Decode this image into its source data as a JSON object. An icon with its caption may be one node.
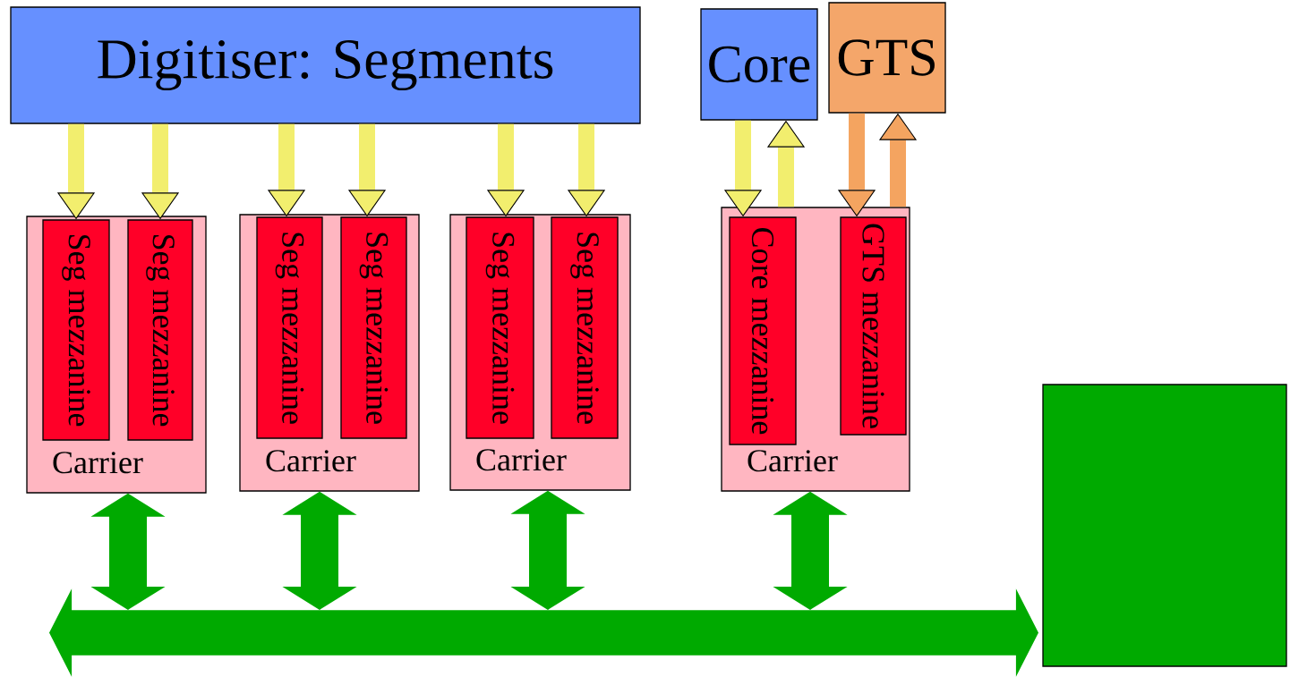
{
  "diagram": {
    "nodes": [
      {
        "text": [
          "Digitiser: Segments"
        ]
      },
      {
        "text": [
          "Core"
        ]
      },
      {
        "text": [
          "GTS"
        ]
      },
      {
        "text": [
          "Carrier"
        ]
      },
      {
        "text": [
          "Seg mezzanine"
        ],
        "in": 3
      },
      {
        "text": [
          "Seg mezzanine"
        ],
        "in": 3
      },
      {
        "text": [
          "Carrier"
        ]
      },
      {
        "text": [
          "Seg mezzanine"
        ],
        "in": 6
      },
      {
        "text": [
          "Seg mezzanine"
        ],
        "in": 6
      },
      {
        "text": [
          "Carrier"
        ]
      },
      {
        "text": [
          "Seg mezzanine"
        ],
        "in": 9
      },
      {
        "text": [
          "Seg mezzanine"
        ],
        "in": 9
      },
      {
        "text": [
          "Carrier"
        ]
      },
      {
        "text": [
          "Core mezzanine"
        ],
        "in": 12
      },
      {
        "text": [
          "GTS mezzanine"
        ],
        "in": 12
      },
      {
        "text": [],
        "shape": "arrow"
      },
      {
        "text": [],
        "shape": "box"
      }
    ],
    "edges": [
      {
        "from": 0,
        "to": 4,
        "arrow": "to"
      },
      {
        "from": 0,
        "to": 5,
        "arrow": "to"
      },
      {
        "from": 0,
        "to": 7,
        "arrow": "to"
      },
      {
        "from": 0,
        "to": 8,
        "arrow": "to"
      },
      {
        "from": 0,
        "to": 10,
        "arrow": "to"
      },
      {
        "from": 0,
        "to": 11,
        "arrow": "to"
      },
      {
        "from": 1,
        "to": 13,
        "arrow": "to"
      },
      {
        "from": 12,
        "to": 1,
        "arrow": "to"
      },
      {
        "from": 2,
        "to": 14,
        "arrow": "to",
        "color": "#f4a460"
      },
      {
        "from": 12,
        "to": 2,
        "arrow": "to",
        "color": "#f4a460"
      },
      {
        "from": 3,
        "to": 15,
        "arrow": "both",
        "style": "thick",
        "color": "#00aa00"
      },
      {
        "from": 6,
        "to": 15,
        "arrow": "both",
        "style": "thick",
        "color": "#00aa00"
      },
      {
        "from": 9,
        "to": 15,
        "arrow": "both",
        "style": "thick",
        "color": "#00aa00"
      },
      {
        "from": 12,
        "to": 15,
        "arrow": "both",
        "style": "thick",
        "color": "#00aa00"
      }
    ]
  }
}
